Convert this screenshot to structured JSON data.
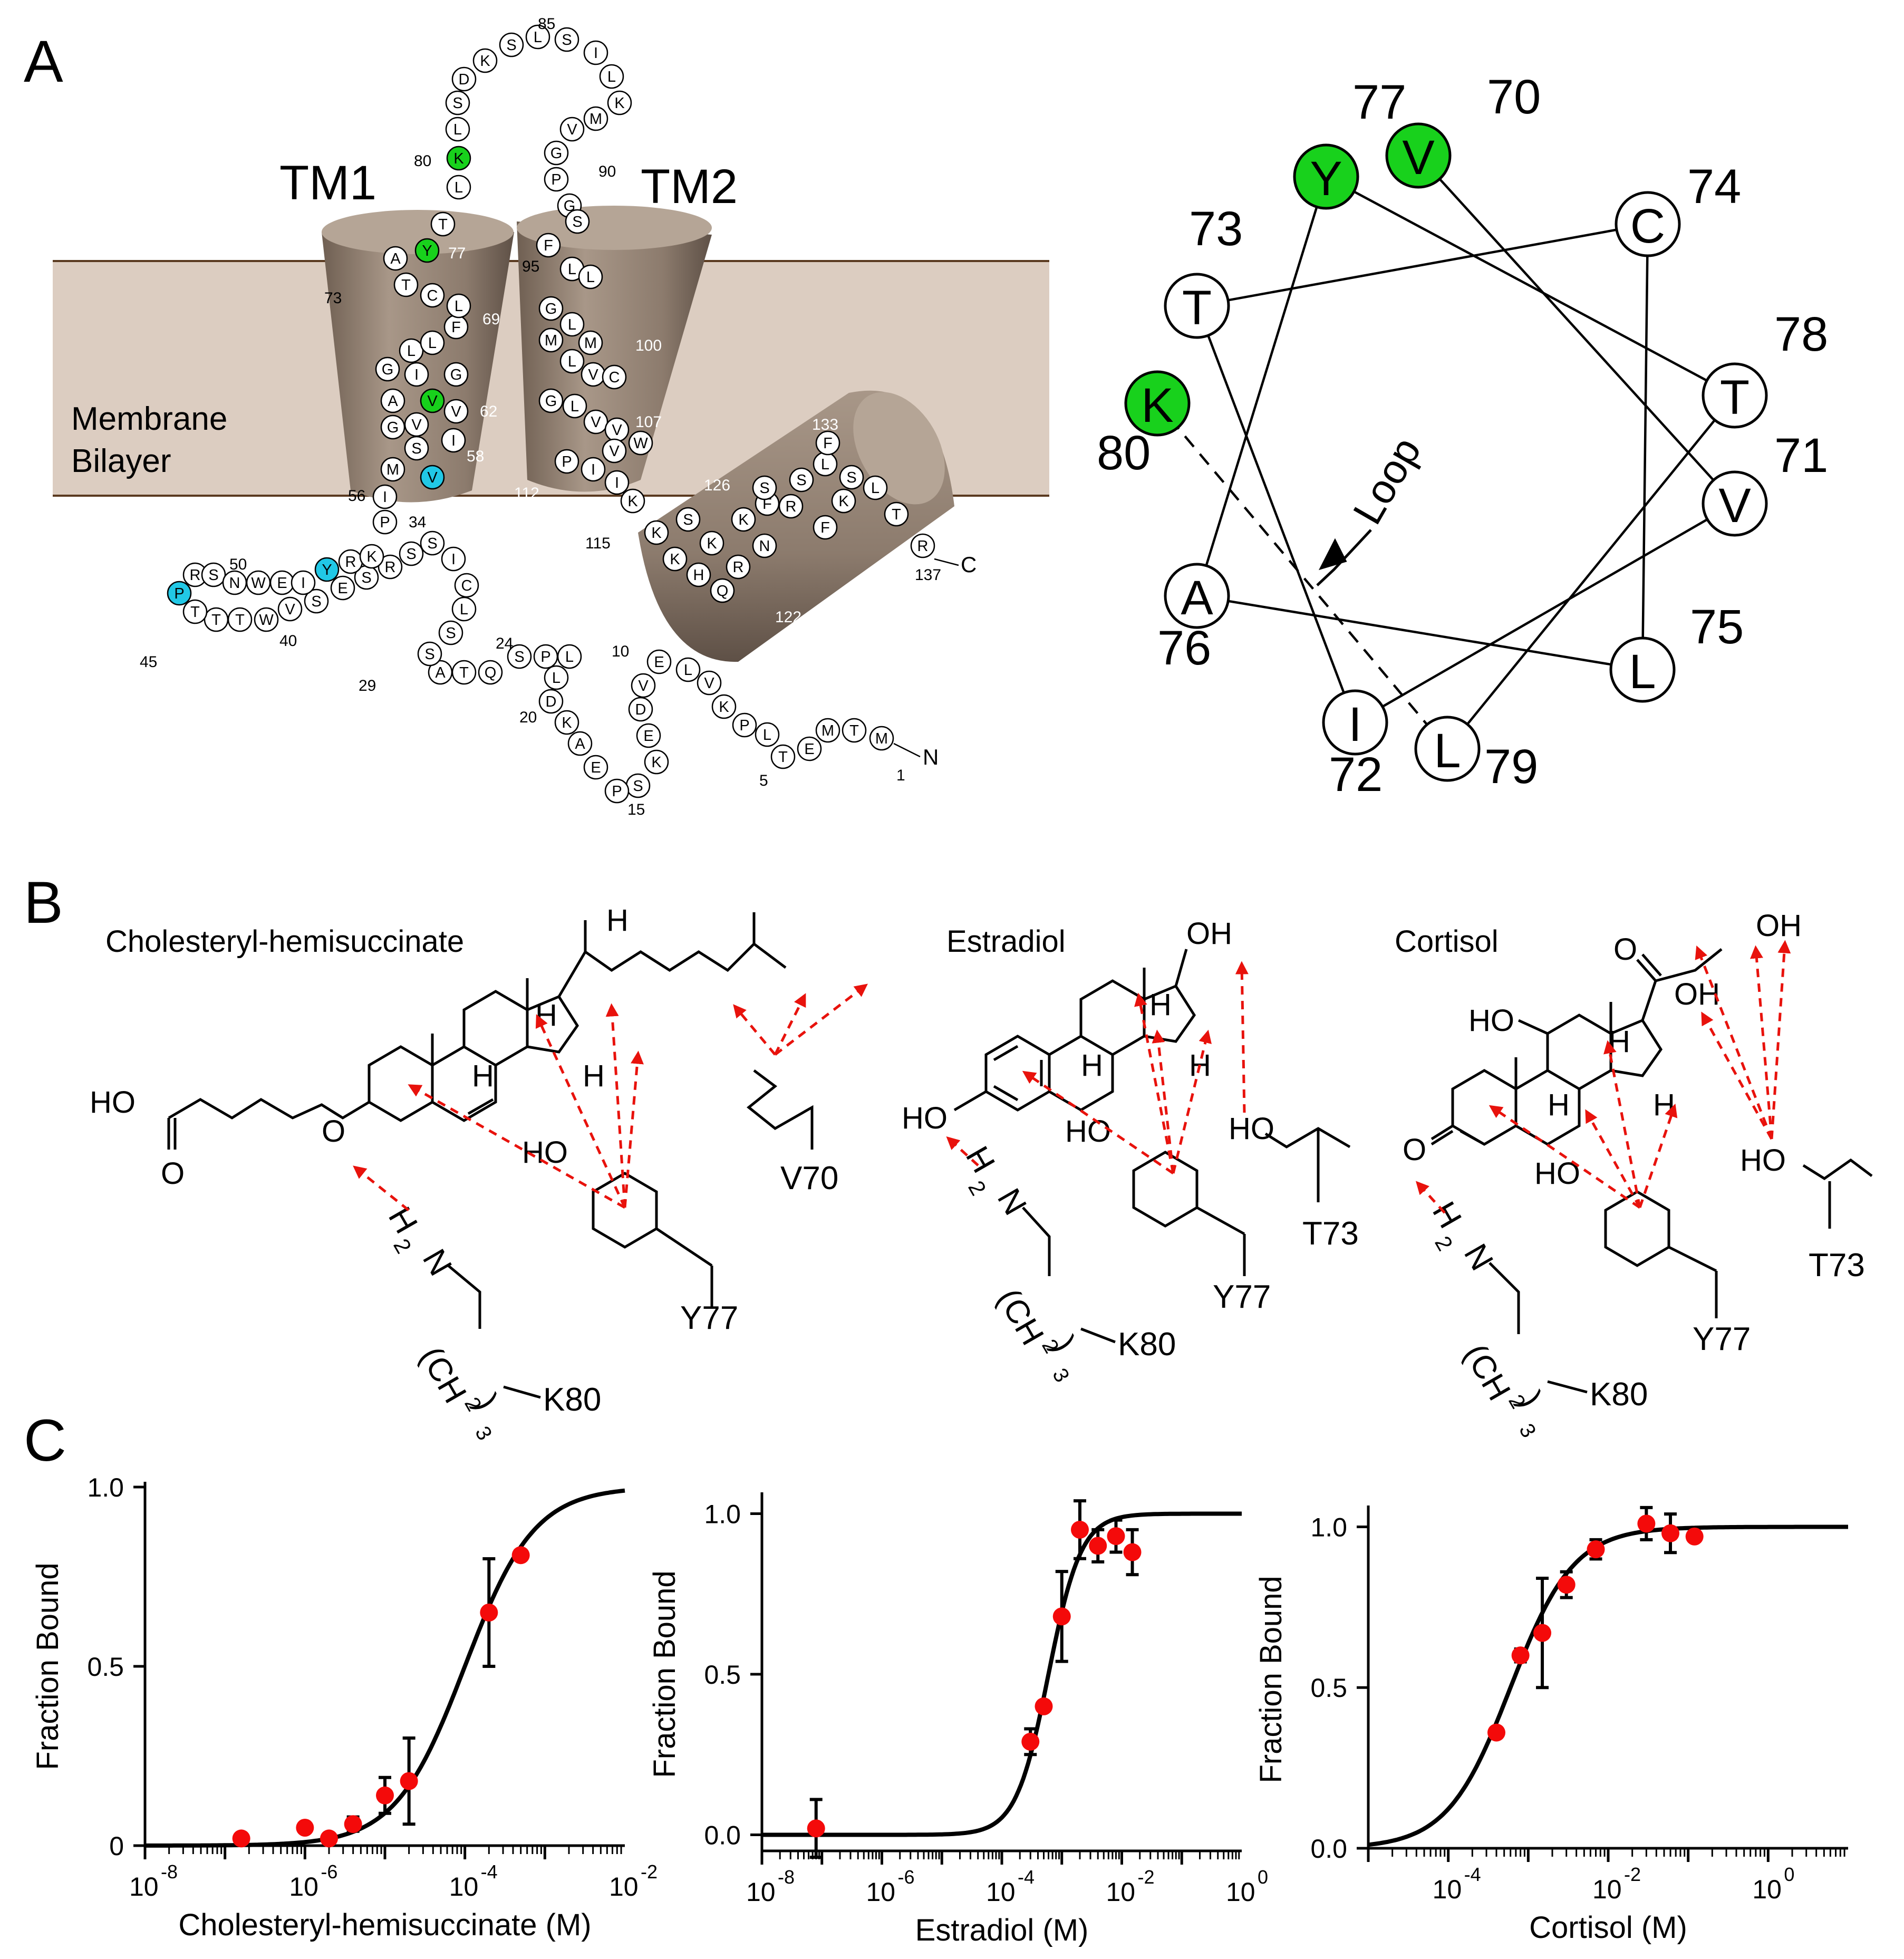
{
  "panels": {
    "a": "A",
    "b": "B",
    "c": "C"
  },
  "topology": {
    "tm1_label": "TM1",
    "tm2_label": "TM2",
    "membrane_label_line1": "Membrane",
    "membrane_label_line2": "Bilayer",
    "n_term": "N",
    "c_term": "C",
    "colors": {
      "membrane": "#dccdc1",
      "cylinder": "#8e7d6f",
      "green": "#18d11c",
      "cyan": "#21c8e6"
    },
    "residues": {
      "n_tail": [
        "M",
        "T",
        "M",
        "E",
        "T",
        "L",
        "P",
        "K",
        "V",
        "L",
        "E",
        "V",
        "D",
        "E",
        "K",
        "S",
        "P",
        "E",
        "A",
        "K",
        "D",
        "L",
        "L",
        "P",
        "S",
        "Q",
        "T",
        "A",
        "S",
        "S",
        "L",
        "C",
        "I",
        "S",
        "S",
        "R",
        "S",
        "E",
        "S",
        "V",
        "W",
        "T",
        "T",
        "T",
        "P",
        "R",
        "S",
        "N",
        "W",
        "E",
        "I",
        "Y",
        "R",
        "K",
        "P"
      ],
      "tm1": [
        "I",
        "V",
        "M",
        "S",
        "V",
        "G",
        "A",
        "I",
        "G",
        "L",
        "L",
        "F",
        "G",
        "V",
        "V",
        "I",
        "L",
        "C",
        "T",
        "A",
        "Y",
        "T"
      ],
      "loop": [
        "L",
        "K",
        "L",
        "S",
        "D",
        "K",
        "S",
        "L",
        "S",
        "I",
        "L",
        "K",
        "M",
        "V",
        "G",
        "P"
      ],
      "tm2": [
        "G",
        "S",
        "F",
        "L",
        "L",
        "G",
        "L",
        "M",
        "M",
        "L",
        "V",
        "C",
        "G",
        "L",
        "V",
        "V",
        "W",
        "V",
        "P",
        "I",
        "I",
        "K"
      ],
      "amphipathic": [
        "K",
        "K",
        "H",
        "Q",
        "R",
        "K",
        "S",
        "K",
        "N",
        "F",
        "S",
        "R",
        "S",
        "L",
        "F",
        "K",
        "S",
        "F",
        "L",
        "T",
        "R"
      ]
    },
    "numbers": [
      "1",
      "5",
      "10",
      "15",
      "20",
      "24",
      "29",
      "34",
      "40",
      "45",
      "50",
      "56",
      "58",
      "62",
      "69",
      "73",
      "77",
      "80",
      "85",
      "90",
      "95",
      "100",
      "107",
      "112",
      "115",
      "122",
      "126",
      "133",
      "137"
    ]
  },
  "helical_wheel": {
    "loop_label": "Loop",
    "residues": [
      {
        "aa": "V",
        "num": "70",
        "color": "#18d11c"
      },
      {
        "aa": "Y",
        "num": "77",
        "color": "#18d11c"
      },
      {
        "aa": "C",
        "num": "74",
        "color": "#ffffff"
      },
      {
        "aa": "T",
        "num": "73",
        "color": "#ffffff"
      },
      {
        "aa": "T",
        "num": "78",
        "color": "#ffffff"
      },
      {
        "aa": "K",
        "num": "80",
        "color": "#18d11c"
      },
      {
        "aa": "V",
        "num": "71",
        "color": "#ffffff"
      },
      {
        "aa": "A",
        "num": "76",
        "color": "#ffffff"
      },
      {
        "aa": "L",
        "num": "75",
        "color": "#ffffff"
      },
      {
        "aa": "I",
        "num": "72",
        "color": "#ffffff"
      },
      {
        "aa": "L",
        "num": "79",
        "color": "#ffffff"
      }
    ]
  },
  "structures": {
    "chs": {
      "title": "Cholesteryl-hemisuccinate",
      "ho": "HO",
      "o": "O",
      "o2": "O",
      "h": "H",
      "h2": "H",
      "h3": "H",
      "h4": "H",
      "y77": "Y77",
      "v70": "V70",
      "ho_tyr": "HO",
      "h2n": "H",
      "two": "2",
      "n": "N",
      "k80": "K80",
      "ch": "(CH",
      "sub2": "2",
      "sub3": ")",
      "three": "3"
    },
    "estradiol": {
      "title": "Estradiol",
      "oh": "OH",
      "ho": "HO",
      "h": "H",
      "h2": "H",
      "h3": "H",
      "y77": "Y77",
      "t73": "T73",
      "ho_thr": "HO",
      "ho_tyr": "HO",
      "k80": "K80",
      "n": "N",
      "h_amine": "H",
      "two": "2",
      "ch": "(CH",
      "sub2": "2",
      "close": ")",
      "three": "3"
    },
    "cortisol": {
      "title": "Cortisol",
      "oh": "OH",
      "oh2": "OH",
      "o": "O",
      "o_keto": "O",
      "ho": "HO",
      "h": "H",
      "h2": "H",
      "h3": "H",
      "y77": "Y77",
      "t73": "T73",
      "ho_thr": "HO",
      "ho_tyr": "HO",
      "k80": "K80",
      "n": "N",
      "h_amine": "H",
      "two": "2",
      "ch": "(CH",
      "sub2": "2",
      "close": ")",
      "three": "3"
    }
  },
  "chart_data": [
    {
      "type": "scatter",
      "xlabel": "Cholesteryl-hemisuccinate (M)",
      "ylabel": "Fraction Bound",
      "x_scale": "log",
      "xlim": [
        1e-08,
        0.01
      ],
      "ylim": [
        0,
        1.0
      ],
      "x_tick_labels": [
        [
          "10",
          "-8"
        ],
        [
          "10",
          "-6"
        ],
        [
          "10",
          "-4"
        ],
        [
          "10",
          "-2"
        ]
      ],
      "y_tick_labels": [
        "0",
        "0.5",
        "1.0"
      ],
      "points": [
        {
          "x": 1.6e-07,
          "y": 0.02,
          "err": 0.0
        },
        {
          "x": 1e-06,
          "y": 0.05,
          "err": 0.0
        },
        {
          "x": 2e-06,
          "y": 0.02,
          "err": 0.0
        },
        {
          "x": 4e-06,
          "y": 0.06,
          "err": 0.02
        },
        {
          "x": 1e-05,
          "y": 0.14,
          "err": 0.05
        },
        {
          "x": 2e-05,
          "y": 0.18,
          "err": 0.12
        },
        {
          "x": 0.0002,
          "y": 0.65,
          "err": 0.15
        },
        {
          "x": 0.0005,
          "y": 0.81,
          "err": 0.0
        }
      ],
      "fit": {
        "ec50": 0.0001,
        "hill": 1.0
      }
    },
    {
      "type": "scatter",
      "xlabel": "Estradiol (M)",
      "ylabel": "Fraction Bound",
      "x_scale": "log",
      "xlim": [
        1e-08,
        1
      ],
      "ylim": [
        -0.05,
        1.05
      ],
      "x_tick_labels": [
        [
          "10",
          "-8"
        ],
        [
          "10",
          "-6"
        ],
        [
          "10",
          "-4"
        ],
        [
          "10",
          "-2"
        ],
        [
          "10",
          "0"
        ]
      ],
      "y_tick_labels": [
        "0.0",
        "0.5",
        "1.0"
      ],
      "points": [
        {
          "x": 8e-08,
          "y": 0.02,
          "err": 0.09
        },
        {
          "x": 0.0003,
          "y": 0.29,
          "err": 0.04
        },
        {
          "x": 0.0005,
          "y": 0.4,
          "err": 0.0
        },
        {
          "x": 0.001,
          "y": 0.68,
          "err": 0.14
        },
        {
          "x": 0.002,
          "y": 0.95,
          "err": 0.09
        },
        {
          "x": 0.004,
          "y": 0.9,
          "err": 0.05
        },
        {
          "x": 0.008,
          "y": 0.93,
          "err": 0.05
        },
        {
          "x": 0.015,
          "y": 0.88,
          "err": 0.07
        }
      ],
      "fit": {
        "ec50": 0.0006,
        "hill": 1.6
      }
    },
    {
      "type": "scatter",
      "xlabel": "Cortisol (M)",
      "ylabel": "Fraction Bound",
      "x_scale": "log",
      "xlim": [
        1e-05,
        10
      ],
      "ylim": [
        0,
        1.05
      ],
      "x_tick_labels": [
        [
          "10",
          "-4"
        ],
        [
          "10",
          "-2"
        ],
        [
          "10",
          "0"
        ]
      ],
      "y_tick_labels": [
        "0.0",
        "0.5",
        "1.0"
      ],
      "points": [
        {
          "x": 0.0004,
          "y": 0.36,
          "err": 0.0
        },
        {
          "x": 0.0008,
          "y": 0.6,
          "err": 0.02
        },
        {
          "x": 0.0015,
          "y": 0.67,
          "err": 0.17
        },
        {
          "x": 0.003,
          "y": 0.82,
          "err": 0.04
        },
        {
          "x": 0.007,
          "y": 0.93,
          "err": 0.03
        },
        {
          "x": 0.03,
          "y": 1.01,
          "err": 0.05
        },
        {
          "x": 0.06,
          "y": 0.98,
          "err": 0.06
        },
        {
          "x": 0.12,
          "y": 0.97,
          "err": 0.0
        }
      ],
      "fit": {
        "ec50": 0.0006,
        "hill": 1.1
      }
    }
  ]
}
